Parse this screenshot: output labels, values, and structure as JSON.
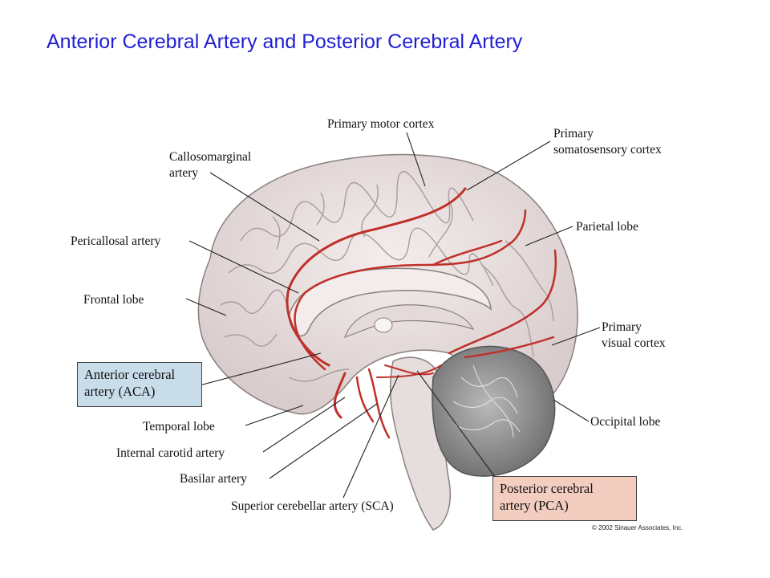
{
  "title": "Anterior Cerebral Artery and Posterior Cerebral Artery",
  "labels": {
    "primary_motor_cortex": "Primary motor cortex",
    "primary_somatosensory_1": "Primary",
    "primary_somatosensory_2": "somatosensory cortex",
    "callosomarginal_1": "Callosomarginal",
    "callosomarginal_2": "artery",
    "pericallosal": "Pericallosal artery",
    "parietal_lobe": "Parietal lobe",
    "frontal_lobe": "Frontal lobe",
    "primary_visual_1": "Primary",
    "primary_visual_2": "visual cortex",
    "aca_1": "Anterior cerebral",
    "aca_2": "artery (ACA)",
    "temporal_lobe": "Temporal lobe",
    "occipital_lobe": "Occipital lobe",
    "internal_carotid": "Internal carotid artery",
    "basilar": "Basilar artery",
    "sca": "Superior cerebellar artery (SCA)",
    "pca_1": "Posterior cerebral",
    "pca_2": "artery (PCA)"
  },
  "copyright": "© 2002 Sinauer Associates, Inc.",
  "colors": {
    "title": "#1f1fd6",
    "aca_box": "#c9dcea",
    "pca_box": "#f3cdc0",
    "artery": "#c0302a",
    "brain_fill": "#ece3e3",
    "cerebellum": "#8f8f8f"
  }
}
